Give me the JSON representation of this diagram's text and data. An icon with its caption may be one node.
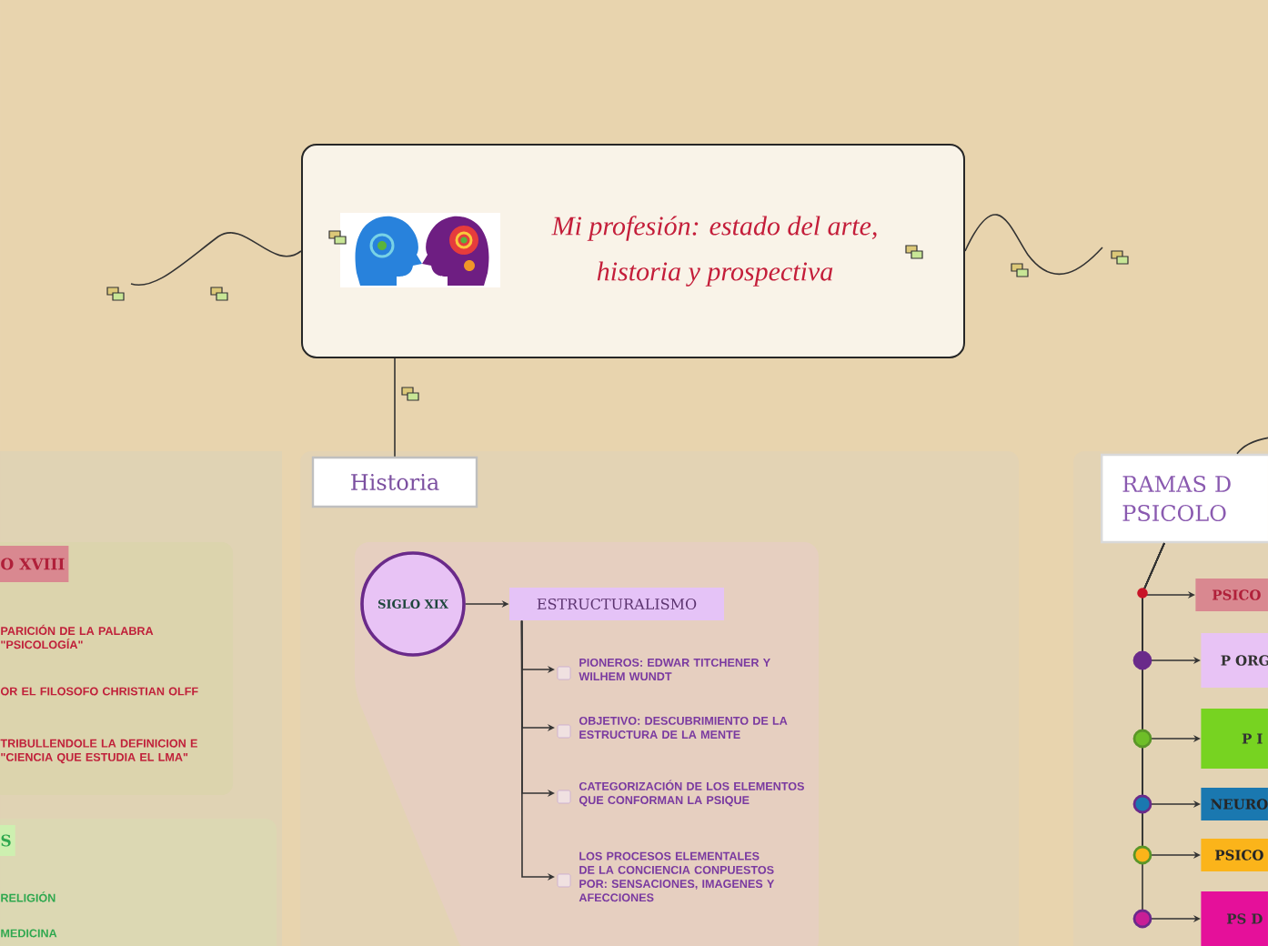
{
  "diagram": {
    "nodes": [
      {
        "text": [
          "Mi profesión: estado del arte, historia y prospectiva"
        ]
      },
      {
        "text": [
          "Historia"
        ]
      },
      {
        "text": [
          "SIGLO XIX"
        ]
      },
      {
        "text": [
          "ESTRUCTURALISMO"
        ]
      },
      {
        "text": [
          "PIONEROS: EDWAR TITCHENER Y WILHEM WUNDT"
        ]
      },
      {
        "text": [
          "OBJETIVO: DESCUBRIMIENTO DE LA ESTRUCTURA DE LA MENTE"
        ]
      },
      {
        "text": [
          "CATEGORIZACIÓN DE LOS ELEMENTOS QUE CONFORMAN LA PSIQUE"
        ]
      },
      {
        "text": [
          "LOS PROCESOS ELEMENTALES DE LA CONCIENCIA CONPUESTOS POR: SENSACIONES, IMAGENES Y AFECCIONES"
        ]
      },
      {
        "text": [
          "O XVIII"
        ]
      },
      {
        "text": [
          "PARICIÓN DE LA PALABRA \"PSICOLOGÍA\""
        ]
      },
      {
        "text": [
          "OR EL FILOSOFO CHRISTIAN OLFF"
        ]
      },
      {
        "text": [
          "TRIBULLENDOLE LA DEFINICION E \"CIENCIA QUE ESTUDIA EL LMA\""
        ]
      },
      {
        "text": [
          "S"
        ]
      },
      {
        "text": [
          "RELIGIÓN"
        ]
      },
      {
        "text": [
          "MEDICINA"
        ]
      },
      {
        "text": [
          "RAMAS D PSICOLO"
        ]
      },
      {
        "text": [
          "PSICO"
        ]
      },
      {
        "text": [
          "P ORG"
        ]
      },
      {
        "text": [
          "P I"
        ]
      },
      {
        "text": [
          "NEURO"
        ]
      },
      {
        "text": [
          "PSICO"
        ]
      },
      {
        "text": [
          "PS D"
        ]
      }
    ],
    "edges": [
      {
        "from": 0,
        "to": 1,
        "arrow": "none"
      },
      {
        "from": 0,
        "to": null,
        "arrow": "none"
      },
      {
        "from": 0,
        "to": null,
        "arrow": "none"
      },
      {
        "from": null,
        "to": 15,
        "arrow": "none"
      },
      {
        "from": 2,
        "to": 3,
        "arrow": "to"
      },
      {
        "from": 3,
        "to": 4,
        "arrow": "to"
      },
      {
        "from": 3,
        "to": 5,
        "arrow": "to"
      },
      {
        "from": 3,
        "to": 6,
        "arrow": "to"
      },
      {
        "from": 3,
        "to": 7,
        "arrow": "to"
      },
      {
        "from": 15,
        "to": 16,
        "arrow": "to"
      },
      {
        "from": 15,
        "to": 17,
        "arrow": "to"
      },
      {
        "from": 15,
        "to": 18,
        "arrow": "to"
      },
      {
        "from": 15,
        "to": 19,
        "arrow": "to"
      },
      {
        "from": 15,
        "to": 20,
        "arrow": "to"
      },
      {
        "from": 15,
        "to": 21,
        "arrow": "to"
      }
    ]
  }
}
